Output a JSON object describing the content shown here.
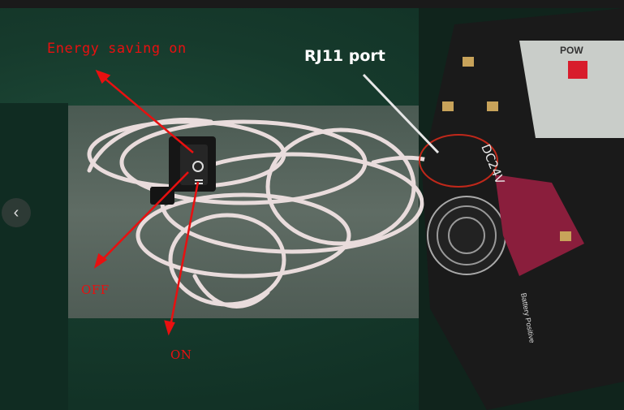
{
  "labels": {
    "energy_saving": "Energy saving on",
    "off": "OFF",
    "on": "ON",
    "rj11": "RJ11 port"
  },
  "icons": {
    "prev": "chevron-left-icon"
  },
  "device_text": {
    "panel_brand": "POW",
    "dc_label": "DC24V",
    "battery_text": "Battery Positive"
  },
  "colors": {
    "annotation": "#e81010",
    "cable": "#e9dcdc",
    "switch": "#161616"
  }
}
